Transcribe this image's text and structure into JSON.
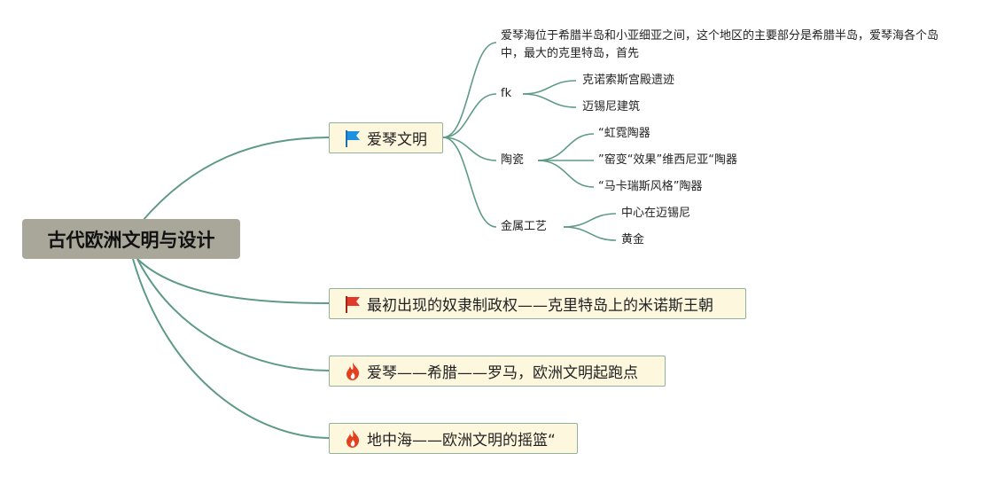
{
  "root": {
    "label": "古代欧洲文明与设计"
  },
  "topics": [
    {
      "label": "爱琴文明",
      "icon": "blue-flag-icon"
    },
    {
      "label": "最初出现的奴隶制政权——克里特岛上的米诺斯王朝",
      "icon": "red-flag-icon"
    },
    {
      "label": "爱琴——希腊——罗马，欧洲文明起跑点",
      "icon": "fire-icon"
    },
    {
      "label": "地中海——欧洲文明的摇篮“",
      "icon": "fire-icon"
    }
  ],
  "aegean": {
    "intro": "爱琴海位于希腊半岛和小亚细亚之间，这个地区的主要部分是希腊半岛，爱琴海各个岛中，最大的克里特岛，首先",
    "fk": {
      "label": "fk",
      "children": [
        "克诺索斯宫殿遗迹",
        "迈锡尼建筑"
      ]
    },
    "ceramics": {
      "label": "陶瓷",
      "children": [
        "“虹霓陶器",
        "”窑变“效果”维西尼亚“陶器",
        "“马卡瑞斯风格”陶器"
      ]
    },
    "metal": {
      "label": "金属工艺",
      "children": [
        "中心在迈锡尼",
        "黄金"
      ]
    }
  },
  "colors": {
    "line": "#5e9a86",
    "root_bg": "#a8a79a",
    "topic_bg": "#fdf7dd",
    "topic_border": "#8fb39f",
    "flag_blue": "#1f8fe0",
    "flag_red": "#e03a2a",
    "fire": "#e2401f"
  }
}
